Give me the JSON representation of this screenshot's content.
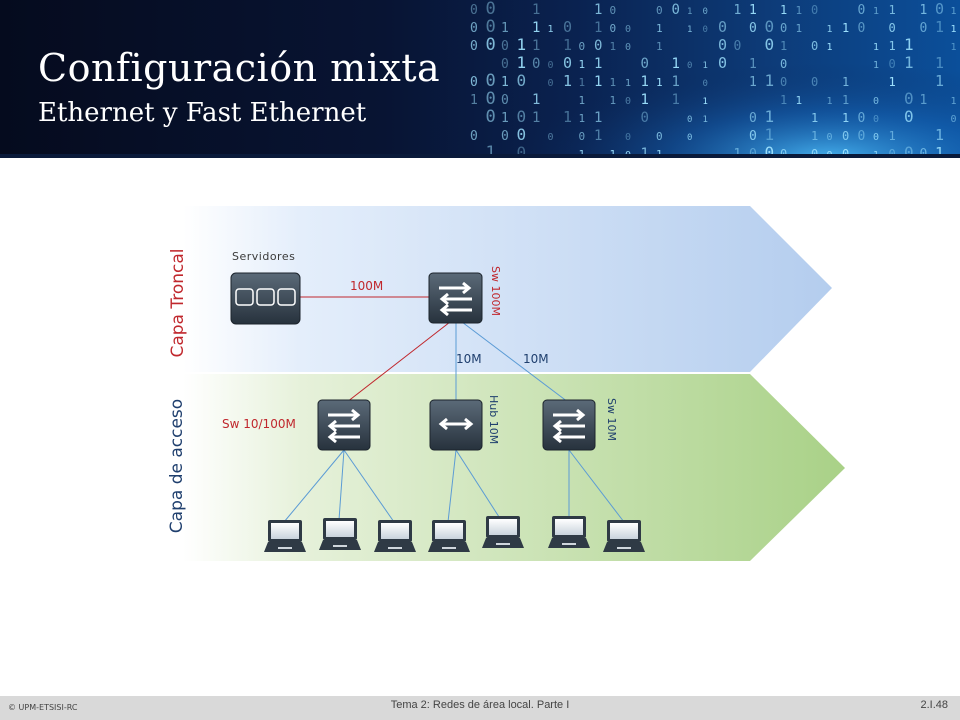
{
  "title": {
    "main": "Configuración mixta",
    "sub": "Ethernet y Fast Ethernet"
  },
  "layers": {
    "troncal": "Capa Troncal",
    "acceso": "Capa de acceso"
  },
  "labels": {
    "servidores": "Servidores",
    "link_100m": "100M",
    "sw_100m": "Sw 100M",
    "link_10m_a": "10M",
    "link_10m_b": "10M",
    "sw_10_100m": "Sw 10/100M",
    "hub_10m": "Hub 10M",
    "sw_10m": "Sw 10M"
  },
  "colors": {
    "troncal_band": "#c5d8f2",
    "acceso_band": "#b9d99a",
    "link_red": "#c0272d",
    "link_blue": "#5b9bd5",
    "device_dark": "#3a4653"
  },
  "footer": {
    "left": "© UPM-ETSISI-RC",
    "center": "Tema 2: Redes de área local. Parte I",
    "right": "2.I.48"
  }
}
